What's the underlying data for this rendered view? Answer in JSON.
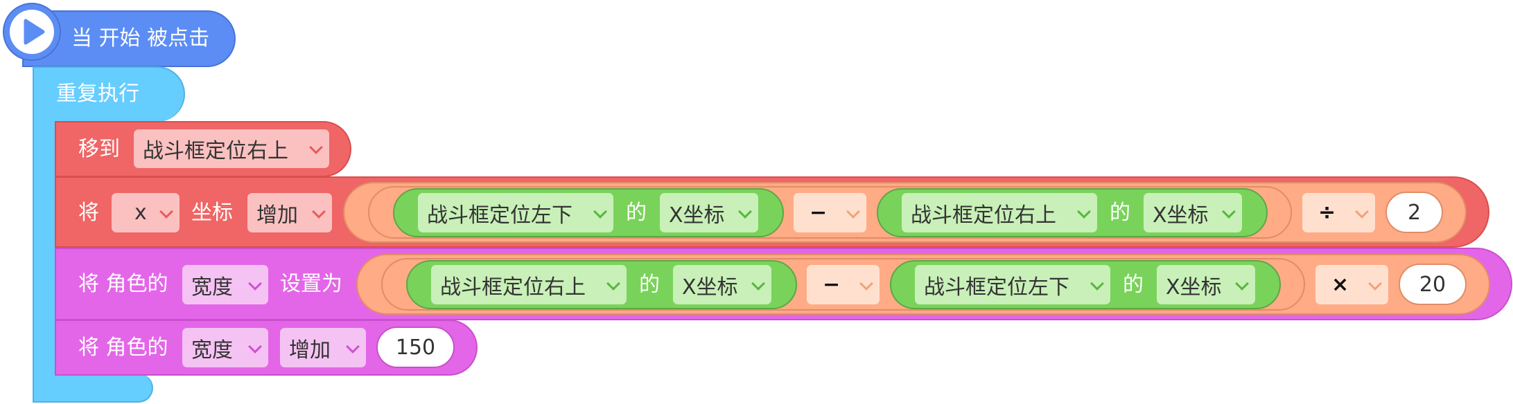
{
  "event": {
    "label": "当 开始 被点击"
  },
  "loop": {
    "label": "重复执行"
  },
  "move": {
    "label": "移到",
    "target": "战斗框定位右上"
  },
  "change_x": {
    "label_prefix": "将",
    "axis": "x",
    "label_coord": "坐标",
    "op": "增加",
    "left_target": "战斗框定位左下",
    "left_of": "的",
    "left_prop": "X坐标",
    "minus": "−",
    "right_target": "战斗框定位右上",
    "right_of": "的",
    "right_prop": "X坐标",
    "divide": "÷",
    "divisor": "2"
  },
  "set_width": {
    "label_prefix": "将 角色的",
    "prop": "宽度",
    "label_set": "设置为",
    "left_target": "战斗框定位右上",
    "left_of": "的",
    "left_prop": "X坐标",
    "minus": "−",
    "right_target": "战斗框定位左下",
    "right_of": "的",
    "right_prop": "X坐标",
    "times": "×",
    "factor": "20"
  },
  "change_width": {
    "label_prefix": "将 角色的",
    "prop": "宽度",
    "op": "增加",
    "amount": "150"
  },
  "colors": {
    "event": "#5b8df5",
    "loop": "#66cdff",
    "motion": "#f06565",
    "looks": "#e366e8",
    "operator": "#ffab85",
    "sensing": "#79d35a"
  }
}
